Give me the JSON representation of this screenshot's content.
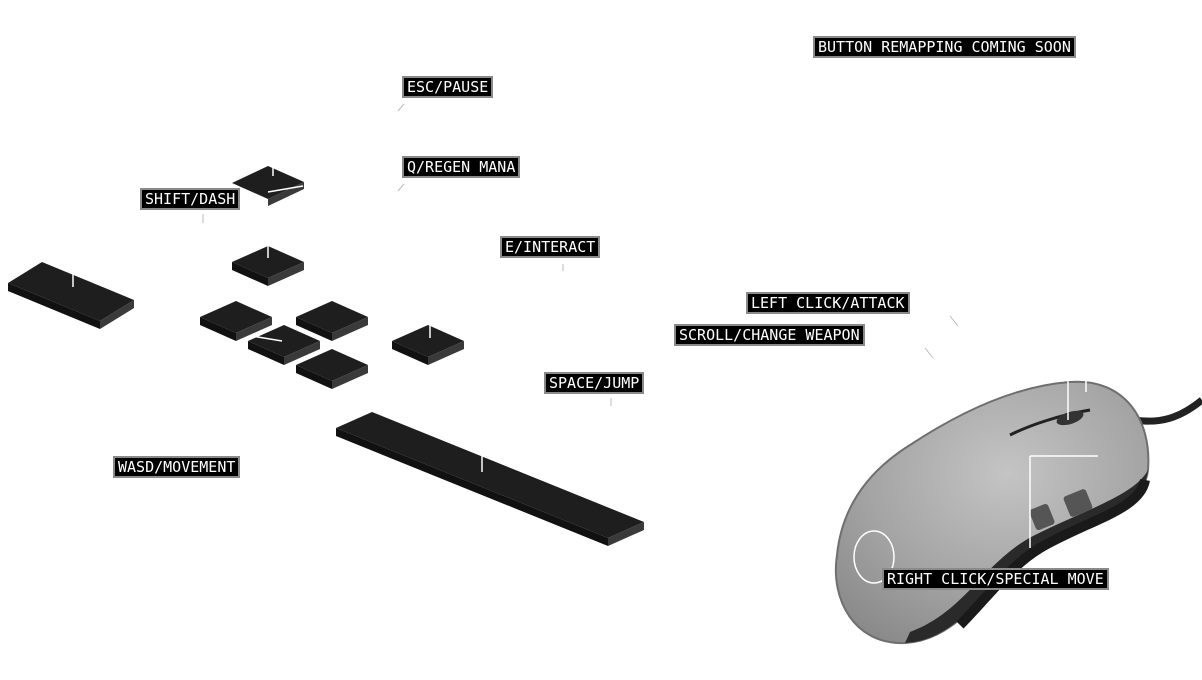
{
  "notice": "BUTTON REMAPPING COMING SOON",
  "controls": {
    "esc": "ESC/PAUSE",
    "q": "Q/REGEN MANA",
    "shift": "SHIFT/DASH",
    "e": "E/INTERACT",
    "left_click": "LEFT CLICK/ATTACK",
    "scroll": "SCROLL/CHANGE WEAPON",
    "space": "SPACE/JUMP",
    "wasd": "WASD/MOVEMENT",
    "right_click": "RIGHT CLICK/SPECIAL MOVE"
  },
  "colors": {
    "background": "#ffffff",
    "key_top": "#1e1e1e",
    "key_side": "#3a3a3a",
    "label_bg": "#000000",
    "label_text": "#ffffff",
    "label_border": "#8a8a8a",
    "mouse_body": "#a8a8a8",
    "mouse_dark": "#2a2a2a"
  }
}
